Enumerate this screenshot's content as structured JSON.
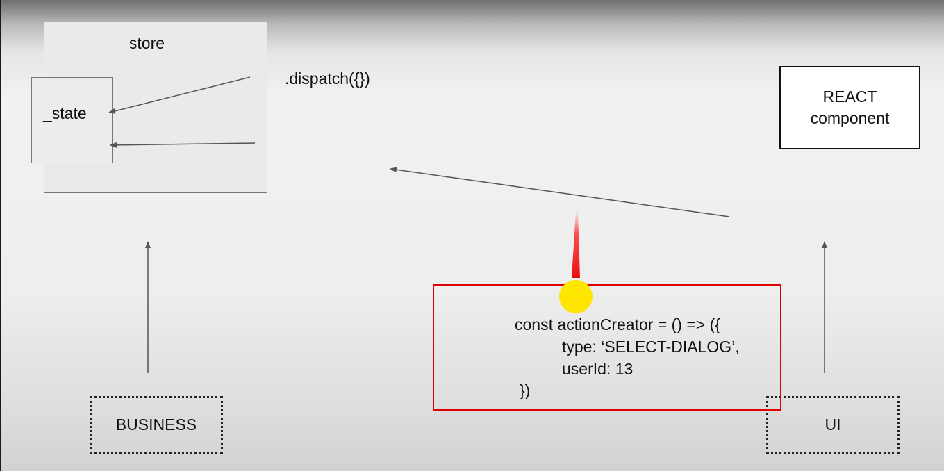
{
  "diagram": {
    "store_label": "store",
    "state_label": "_state",
    "dispatch_label": ".dispatch({})",
    "react": {
      "line1": "REACT",
      "line2": "component"
    },
    "business_label": "BUSINESS",
    "ui_label": "UI",
    "code": {
      "line1": "const actionCreator = () => ({",
      "line2": "type: ‘SELECT-DIALOG’,",
      "line3": "userId: 13",
      "line4": "})"
    }
  },
  "colors": {
    "highlight_border": "#e00000",
    "cursor_dot": "#ffe600",
    "cursor_trail": "#ff3030"
  }
}
